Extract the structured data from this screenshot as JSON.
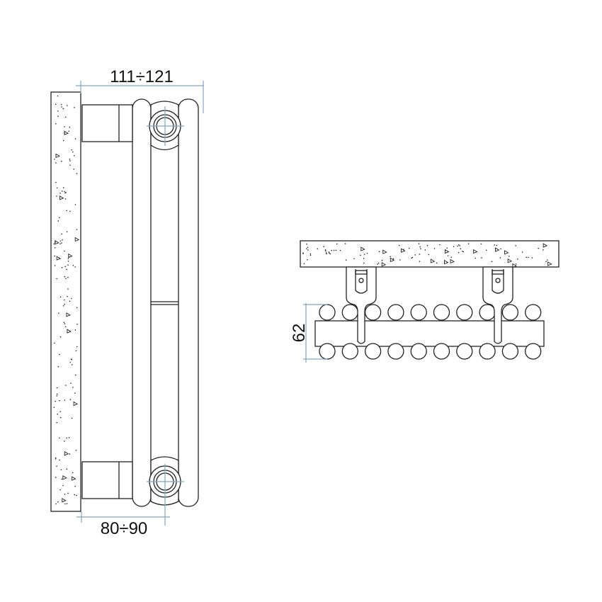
{
  "side_view": {
    "depth_dimension": "111÷121",
    "wall_distance_dimension": "80÷90"
  },
  "top_view": {
    "height_dimension": "62",
    "tube_count_per_row": 10,
    "bracket_count": 2
  },
  "colors": {
    "line": "#222222",
    "dimension_line": "#7fa6c0"
  }
}
